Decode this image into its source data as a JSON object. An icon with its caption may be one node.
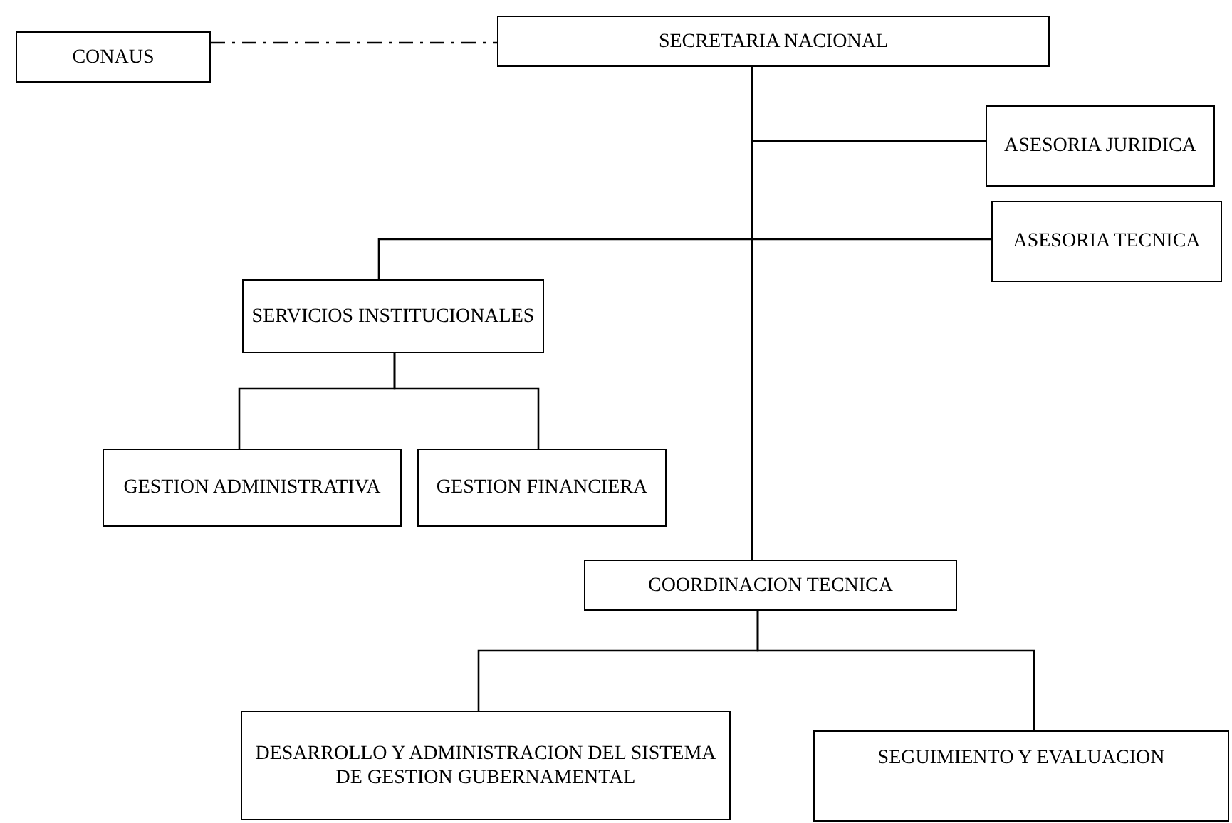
{
  "diagram": {
    "nodes": [
      {
        "text": [
          "CONAUS"
        ]
      },
      {
        "text": [
          "SECRETARIA NACIONAL"
        ]
      },
      {
        "text": [
          "ASESORIA JURIDICA"
        ]
      },
      {
        "text": [
          "ASESORIA TECNICA"
        ]
      },
      {
        "text": [
          "SERVICIOS INSTITUCIONALES"
        ]
      },
      {
        "text": [
          "GESTION ADMINISTRATIVA"
        ]
      },
      {
        "text": [
          "GESTION FINANCIERA"
        ]
      },
      {
        "text": [
          "COORDINACION TECNICA"
        ]
      },
      {
        "text": [
          "DESARROLLO Y ADMINISTRACION DEL SISTEMA DE GESTION GUBERNAMENTAL"
        ]
      },
      {
        "text": [
          "SEGUIMIENTO Y EVALUACION"
        ]
      }
    ],
    "edges": [
      {
        "from": 0,
        "to": 1,
        "arrow": "none",
        "style": "dashed"
      },
      {
        "from": 1,
        "to": 2,
        "arrow": "none"
      },
      {
        "from": 1,
        "to": 3,
        "arrow": "none"
      },
      {
        "from": 1,
        "to": 4,
        "arrow": "none"
      },
      {
        "from": 1,
        "to": 7,
        "arrow": "none"
      },
      {
        "from": 4,
        "to": 5,
        "arrow": "none"
      },
      {
        "from": 4,
        "to": 6,
        "arrow": "none"
      },
      {
        "from": 7,
        "to": 8,
        "arrow": "none"
      },
      {
        "from": 7,
        "to": 9,
        "arrow": "none"
      }
    ]
  }
}
